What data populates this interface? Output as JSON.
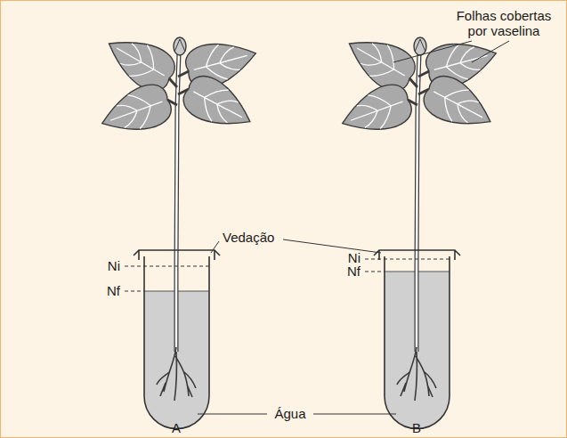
{
  "diagram": {
    "labels": [
      "Folhas cobertas por vaselina",
      "Vedação",
      "Ni",
      "Nf",
      "Ni",
      "Nf",
      "Água",
      "A",
      "B"
    ]
  }
}
